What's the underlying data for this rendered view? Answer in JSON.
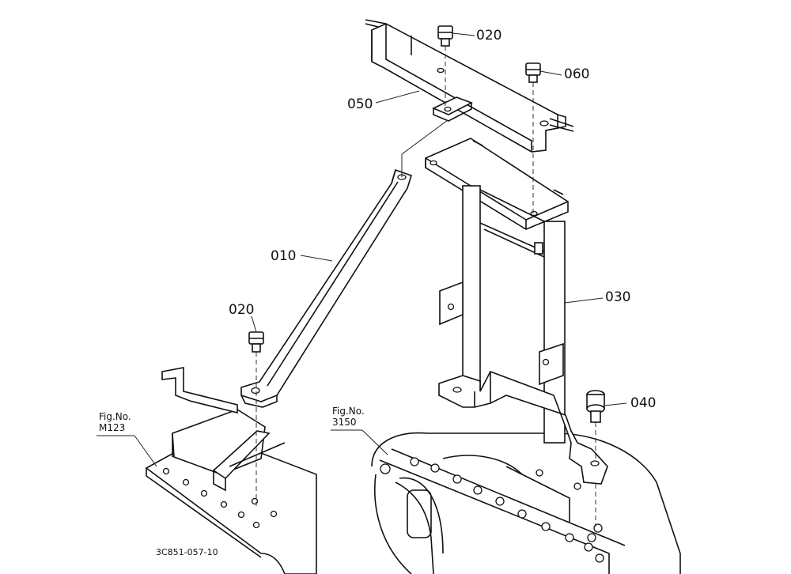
{
  "callouts": {
    "p010": "010",
    "p020_top": "020",
    "p020_left": "020",
    "p030": "030",
    "p040": "040",
    "p050": "050",
    "p060": "060"
  },
  "fig_refs": {
    "left": {
      "line1": "Fig.No.",
      "line2": "M123"
    },
    "right": {
      "line1": "Fig.No.",
      "line2": "3150"
    }
  },
  "drawing_code": "3C851-057-10",
  "colors": {
    "line": "#111111",
    "background": "#ffffff"
  }
}
